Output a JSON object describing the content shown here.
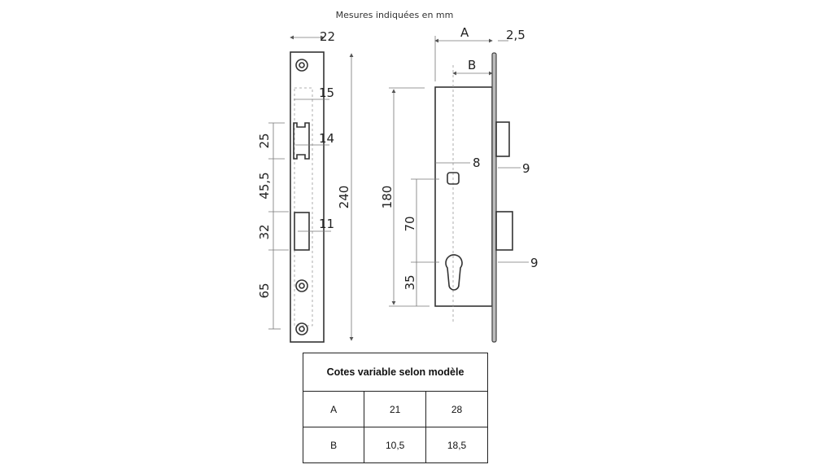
{
  "caption": "Mesures indiquées en mm",
  "front_view": {
    "width": "22",
    "inner_width": "15",
    "latch_width": "14",
    "bolt_width": "11",
    "height": "240",
    "dims": [
      "25",
      "45,5",
      "32",
      "65"
    ]
  },
  "side_view": {
    "A": "A",
    "B": "B",
    "plate": "2,5",
    "height": "180",
    "square": "8",
    "latch_proj": "9",
    "bolt_proj": "9",
    "center_dist": "70",
    "cyl_offset": "35"
  },
  "table": {
    "title": "Cotes variable selon modèle",
    "rows": [
      [
        "A",
        "21",
        "28"
      ],
      [
        "B",
        "10,5",
        "18,5"
      ]
    ]
  }
}
